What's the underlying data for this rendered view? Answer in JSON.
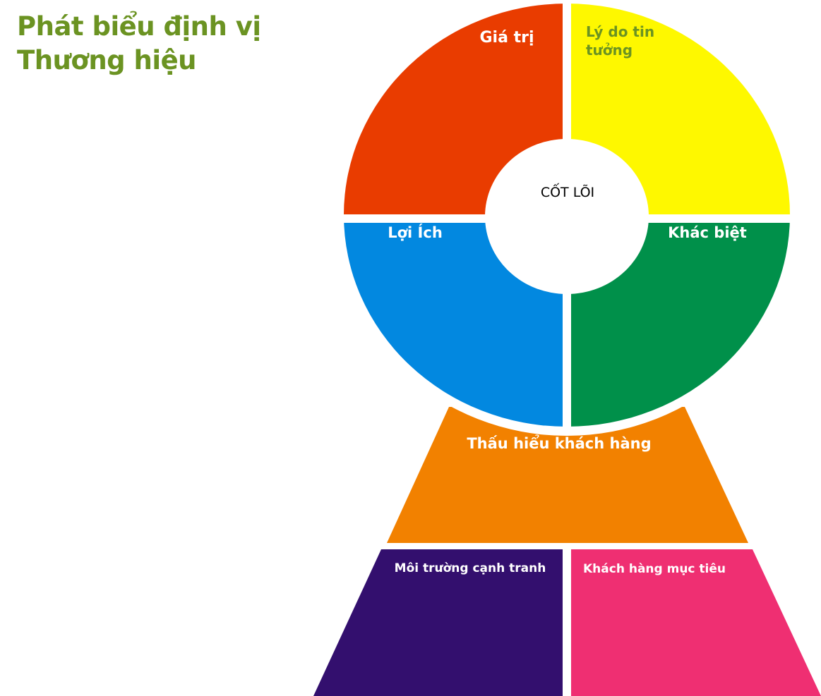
{
  "title": {
    "line1": "Phát biểu định vị",
    "line2": "Thương hiệu"
  },
  "segments": {
    "value": {
      "label": "Giá trị",
      "color": "#e93c00"
    },
    "reason": {
      "label_line1": "Lý do tin",
      "label_line2": "tưởng",
      "color": "#fef800",
      "text_color": "#6b9322"
    },
    "benefit": {
      "label": "Lợi Ích",
      "color": "#0288e0"
    },
    "difference": {
      "label": "Khác biệt",
      "color": "#00904a"
    },
    "core": {
      "label": "CỐT LÕI"
    },
    "insight": {
      "label": "Thấu hiểu khách hàng",
      "color": "#f28100"
    },
    "competition": {
      "label": "Môi trường cạnh tranh",
      "color": "#330f6e"
    },
    "target": {
      "label": "Khách hàng mục tiêu",
      "color": "#ef2f72"
    }
  }
}
